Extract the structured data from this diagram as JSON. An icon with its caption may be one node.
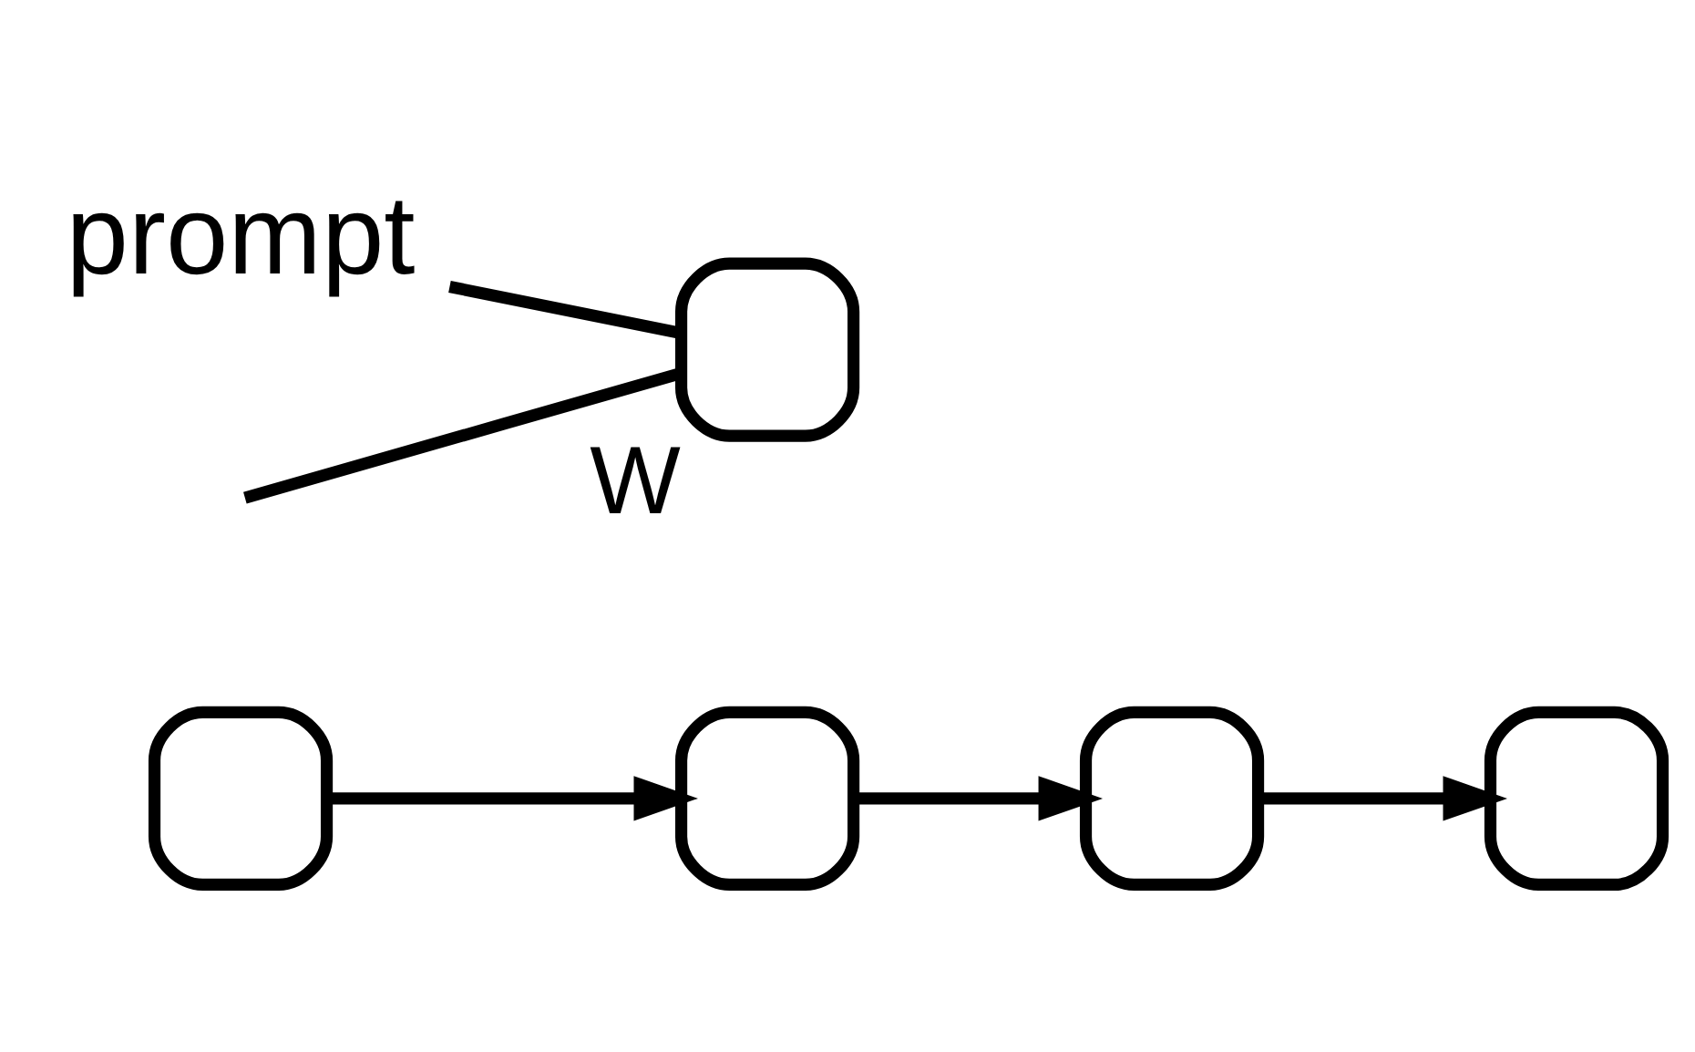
{
  "diagram": {
    "nodes": [
      {
        "text": [],
        "shape": "box"
      },
      {
        "text": [],
        "shape": "box"
      },
      {
        "text": [],
        "shape": "box"
      },
      {
        "text": [],
        "shape": "box"
      },
      {
        "text": [
          "prompt"
        ]
      },
      {
        "text": [],
        "shape": "box",
        "beside": [
          "W"
        ]
      }
    ],
    "edges": [
      {
        "from": 0,
        "to": 1,
        "arrow": "to"
      },
      {
        "from": 1,
        "to": 2,
        "arrow": "to"
      },
      {
        "from": 2,
        "to": 3,
        "arrow": "to"
      },
      {
        "from": 4,
        "to": 5,
        "arrow": "none"
      },
      {
        "from": null,
        "to": 5,
        "arrow": "none"
      }
    ]
  }
}
